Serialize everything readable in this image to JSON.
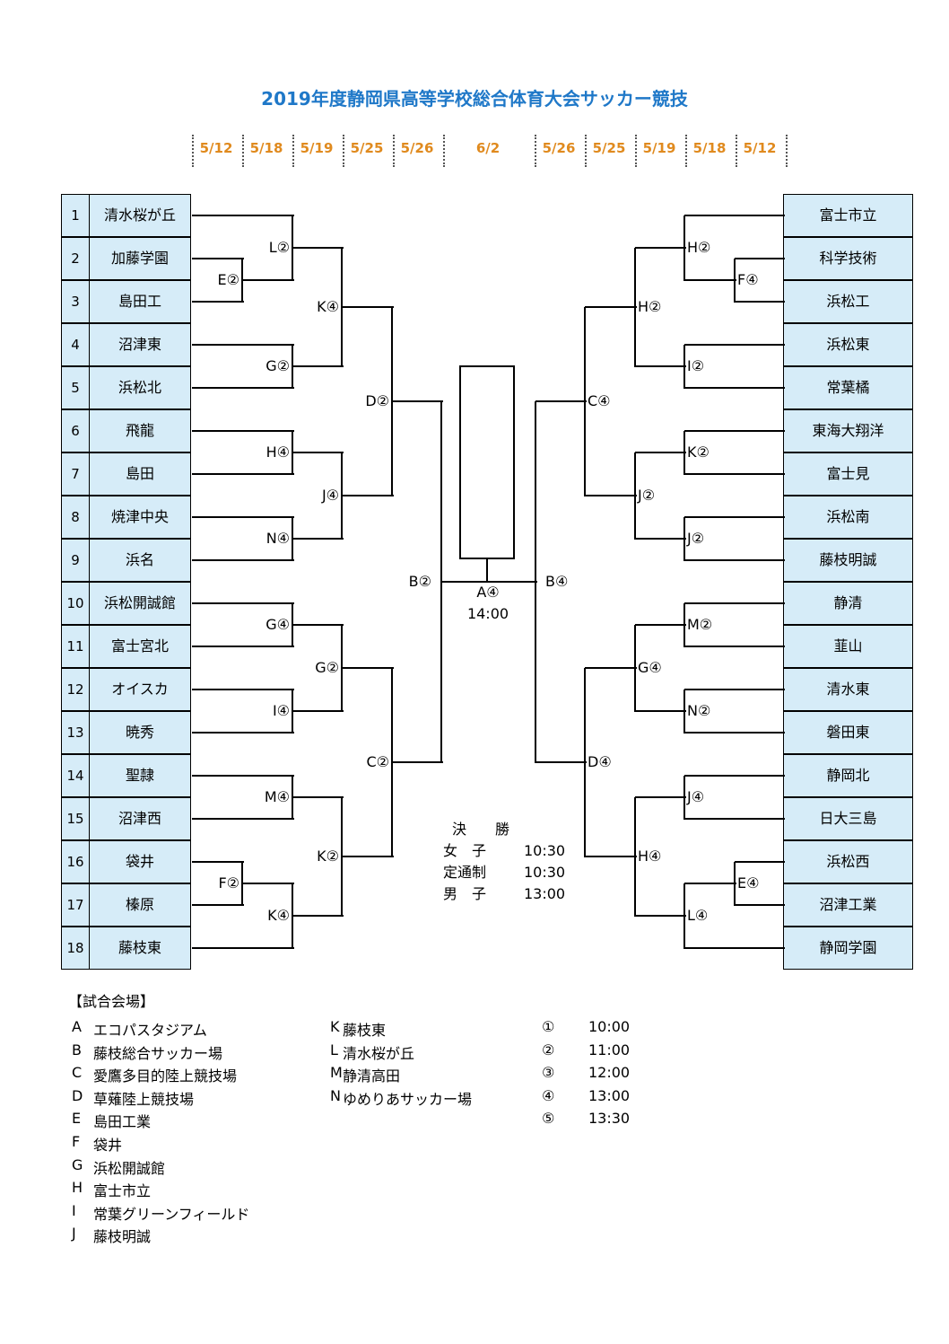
{
  "title": "2019年度静岡県高等学校総合体育大会サッカー競技",
  "dates": [
    "5/12",
    "5/18",
    "5/19",
    "5/25",
    "5/26",
    "6/2",
    "5/26",
    "5/25",
    "5/19",
    "5/18",
    "5/12"
  ],
  "left_teams": [
    "清水桜が丘",
    "加藤学園",
    "島田工",
    "沼津東",
    "浜松北",
    "飛龍",
    "島田",
    "焼津中央",
    "浜名",
    "浜松開誠館",
    "富士宮北",
    "オイスカ",
    "暁秀",
    "聖隷",
    "沼津西",
    "袋井",
    "榛原",
    "藤枝東"
  ],
  "left_numbers": [
    "1",
    "2",
    "3",
    "4",
    "5",
    "6",
    "7",
    "8",
    "9",
    "10",
    "11",
    "12",
    "13",
    "14",
    "15",
    "16",
    "17",
    "18"
  ],
  "right_teams": [
    "富士市立",
    "科学技術",
    "浜松工",
    "浜松東",
    "常葉橘",
    "東海大翔洋",
    "富士見",
    "浜松南",
    "藤枝明誠",
    "静清",
    "韮山",
    "清水東",
    "磐田東",
    "静岡北",
    "日大三島",
    "浜松西",
    "沼津工業",
    "静岡学園"
  ],
  "left_labels": {
    "l_a": "E②",
    "l_b": "F②",
    "l_1": "L②",
    "l_2": "G②",
    "l_3": "H④",
    "l_4": "N④",
    "l_5": "G④",
    "l_6": "I④",
    "l_7": "M④",
    "l_8": "K④",
    "l_9": "K④",
    "l_10": "J④",
    "l_11": "G②",
    "l_12": "K②",
    "l_13": "D②",
    "l_14": "C②",
    "l_15": "B②"
  },
  "right_labels": {
    "r_a": "F④",
    "r_b": "E④",
    "r_1": "H②",
    "r_2": "I②",
    "r_3": "K②",
    "r_4": "J②",
    "r_5": "M②",
    "r_6": "N②",
    "r_7": "J④",
    "r_8": "L④",
    "r_9": "H②",
    "r_10": "J②",
    "r_11": "G④",
    "r_12": "H④",
    "r_13": "C④",
    "r_14": "D④",
    "r_15": "B④"
  },
  "final": {
    "venue": "A④",
    "time": "14:00"
  },
  "kickoff": {
    "title": "決　　勝",
    "rows": [
      {
        "label": "女　子",
        "time": "10:30"
      },
      {
        "label": "定通制",
        "time": "10:30"
      },
      {
        "label": "男　子",
        "time": "13:00"
      }
    ]
  },
  "venues": {
    "heading": "【試合会場】",
    "col1": [
      {
        "code": "A",
        "name": "エコパスタジアム"
      },
      {
        "code": "B",
        "name": "藤枝総合サッカー場"
      },
      {
        "code": "C",
        "name": "愛鷹多目的陸上競技場"
      },
      {
        "code": "D",
        "name": "草薙陸上競技場"
      },
      {
        "code": "E",
        "name": "島田工業"
      },
      {
        "code": "F",
        "name": "袋井"
      },
      {
        "code": "G",
        "name": "浜松開誠館"
      },
      {
        "code": "H",
        "name": "富士市立"
      },
      {
        "code": "I",
        "name": "常葉グリーンフィールド"
      },
      {
        "code": "J",
        "name": "藤枝明誠"
      }
    ],
    "col2": [
      {
        "code": "K",
        "name": "藤枝東"
      },
      {
        "code": "L",
        "name": "清水桜が丘"
      },
      {
        "code": "M",
        "name": "静清高田"
      },
      {
        "code": "N",
        "name": "ゆめりあサッカー場"
      }
    ],
    "times": [
      {
        "mark": "①",
        "time": "10:00"
      },
      {
        "mark": "②",
        "time": "11:00"
      },
      {
        "mark": "③",
        "time": "12:00"
      },
      {
        "mark": "④",
        "time": "13:00"
      },
      {
        "mark": "⑤",
        "time": "13:30"
      }
    ]
  }
}
